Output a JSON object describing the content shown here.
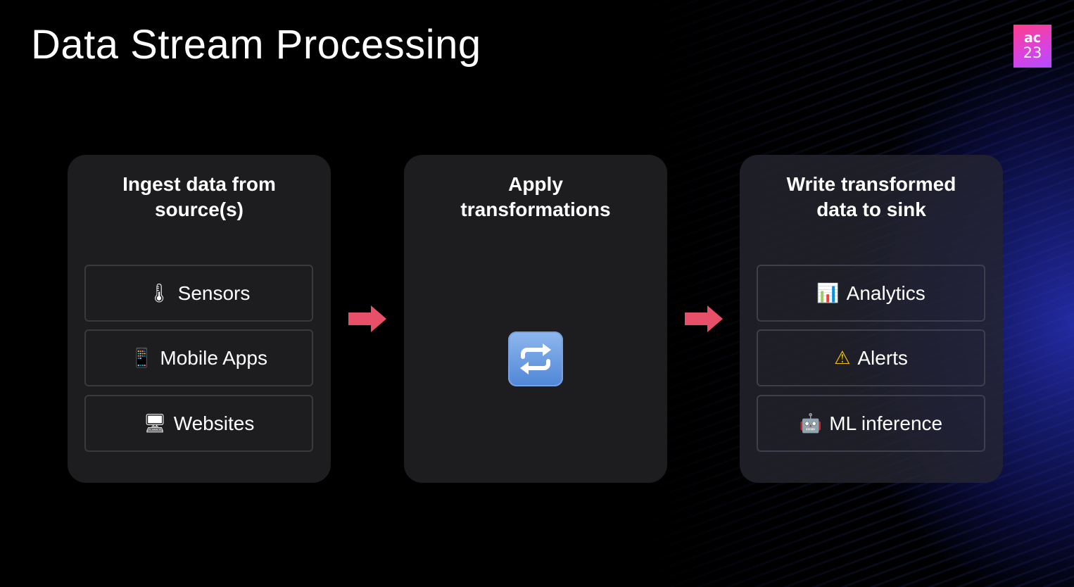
{
  "slide": {
    "title": "Data Stream Processing",
    "logo": {
      "line1": "ac",
      "line2": "23"
    }
  },
  "panels": [
    {
      "title": "Ingest data from\nsource(s)",
      "items": [
        {
          "icon": "thermometer-icon",
          "glyph": "🌡",
          "label": "Sensors"
        },
        {
          "icon": "mobile-phone-icon",
          "glyph": "📱",
          "label": "Mobile Apps"
        },
        {
          "icon": "desktop-computer-icon",
          "glyph": "🖥",
          "label": "Websites"
        }
      ]
    },
    {
      "title": "Apply\ntransformations",
      "center_icon": "repeat-icon"
    },
    {
      "title": "Write transformed\ndata to sink",
      "items": [
        {
          "icon": "bar-chart-icon",
          "glyph": "📊",
          "label": "Analytics"
        },
        {
          "icon": "warning-icon",
          "glyph": "⚠",
          "label": "Alerts"
        },
        {
          "icon": "robot-icon",
          "glyph": "🤖",
          "label": "ML inference"
        }
      ]
    }
  ],
  "colors": {
    "background": "#000000",
    "panel": "#1e1e20",
    "arrow": "#e8506a",
    "logo_gradient_start": "#ff3d8a",
    "logo_gradient_end": "#b04dff",
    "accent_blue": "#2832be"
  }
}
